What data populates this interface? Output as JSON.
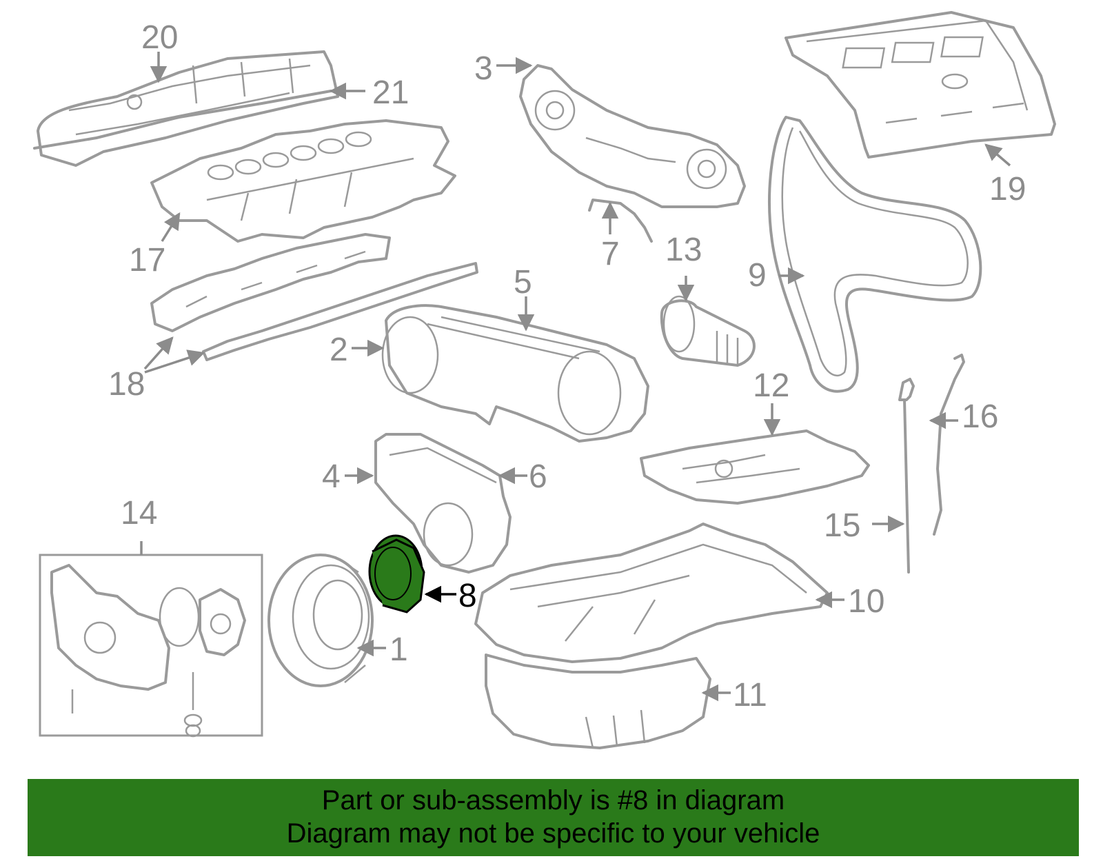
{
  "diagram": {
    "highlight_color": "#2a7a1a",
    "highlighted_part": "8",
    "callouts": {
      "c1": "1",
      "c2": "2",
      "c3": "3",
      "c4": "4",
      "c5": "5",
      "c6": "6",
      "c7": "7",
      "c8": "8",
      "c9": "9",
      "c10": "10",
      "c11": "11",
      "c12": "12",
      "c13": "13",
      "c14": "14",
      "c15": "15",
      "c16": "16",
      "c17": "17",
      "c18": "18",
      "c19": "19",
      "c20": "20",
      "c21": "21"
    }
  },
  "footer": {
    "line1": "Part or sub-assembly is #8 in diagram",
    "line2": "Diagram may not be specific to your vehicle",
    "background": "#2a7a1a"
  }
}
